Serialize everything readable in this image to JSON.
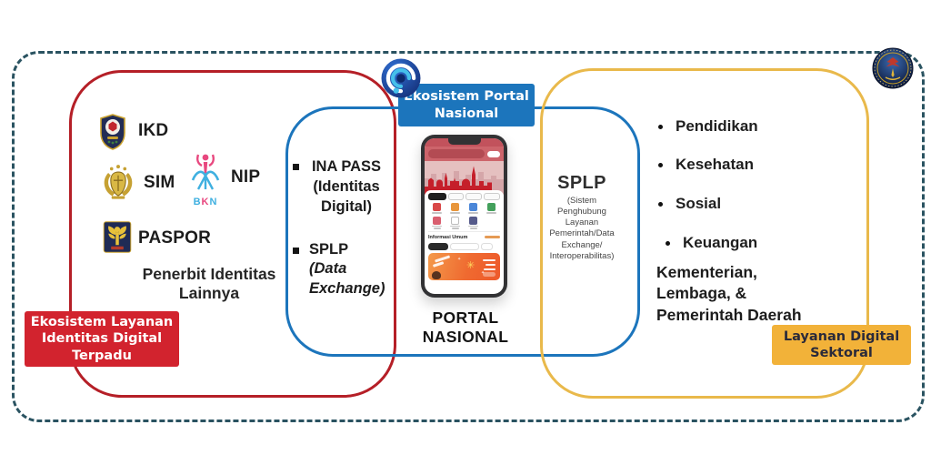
{
  "colors": {
    "dashed_border": "#2a5361",
    "red_border": "#b51f27",
    "red_badge": "#d2232e",
    "blue": "#1c75bc",
    "yellow_border": "#e9b94b",
    "yellow_badge": "#f2b239"
  },
  "identity_zone": {
    "badge_lines": [
      "Ekosistem Layanan",
      "Identitas Digital",
      "Terpadu"
    ],
    "items": [
      {
        "icon": "kemendagri-shield-icon",
        "label": "IKD"
      },
      {
        "icon": "polri-emblem-icon",
        "label": "SIM"
      },
      {
        "icon": "bkn-logo-icon",
        "label": "NIP"
      },
      {
        "icon": "kemenkumham-emblem-icon",
        "label": "PASPOR"
      }
    ],
    "bkn_letters": [
      "B",
      "K",
      "N"
    ],
    "footer_lines": [
      "Penerbit Identitas",
      "Lainnya"
    ]
  },
  "portal_zone": {
    "badge_lines": [
      "Ekosistem Portal",
      "Nasional"
    ],
    "bullet_inapass_lines": [
      "INA PASS",
      "(Identitas",
      "Digital)"
    ],
    "bullet_splp_title": "SPLP",
    "bullet_splp_italic_lines": [
      "(Data",
      "Exchange)"
    ],
    "phone_caption_lines": [
      "PORTAL",
      "NASIONAL"
    ],
    "phone_section_title": "Informasi Umum"
  },
  "splp_connector": {
    "title": "SPLP",
    "subtitle_lines": [
      "(Sistem",
      "Penghubung",
      "Layanan",
      "Pemerintah/Data",
      "Exchange/",
      "Interoperabilitas)"
    ]
  },
  "sector_zone": {
    "badge_lines": [
      "Layanan Digital",
      "Sektoral"
    ],
    "bullets": [
      "Pendidikan",
      "Kesehatan",
      "Sosial",
      "Keuangan"
    ],
    "footer_lines": [
      "Kementerian,",
      "Lembaga, &",
      "Pemerintah Daerah"
    ]
  }
}
